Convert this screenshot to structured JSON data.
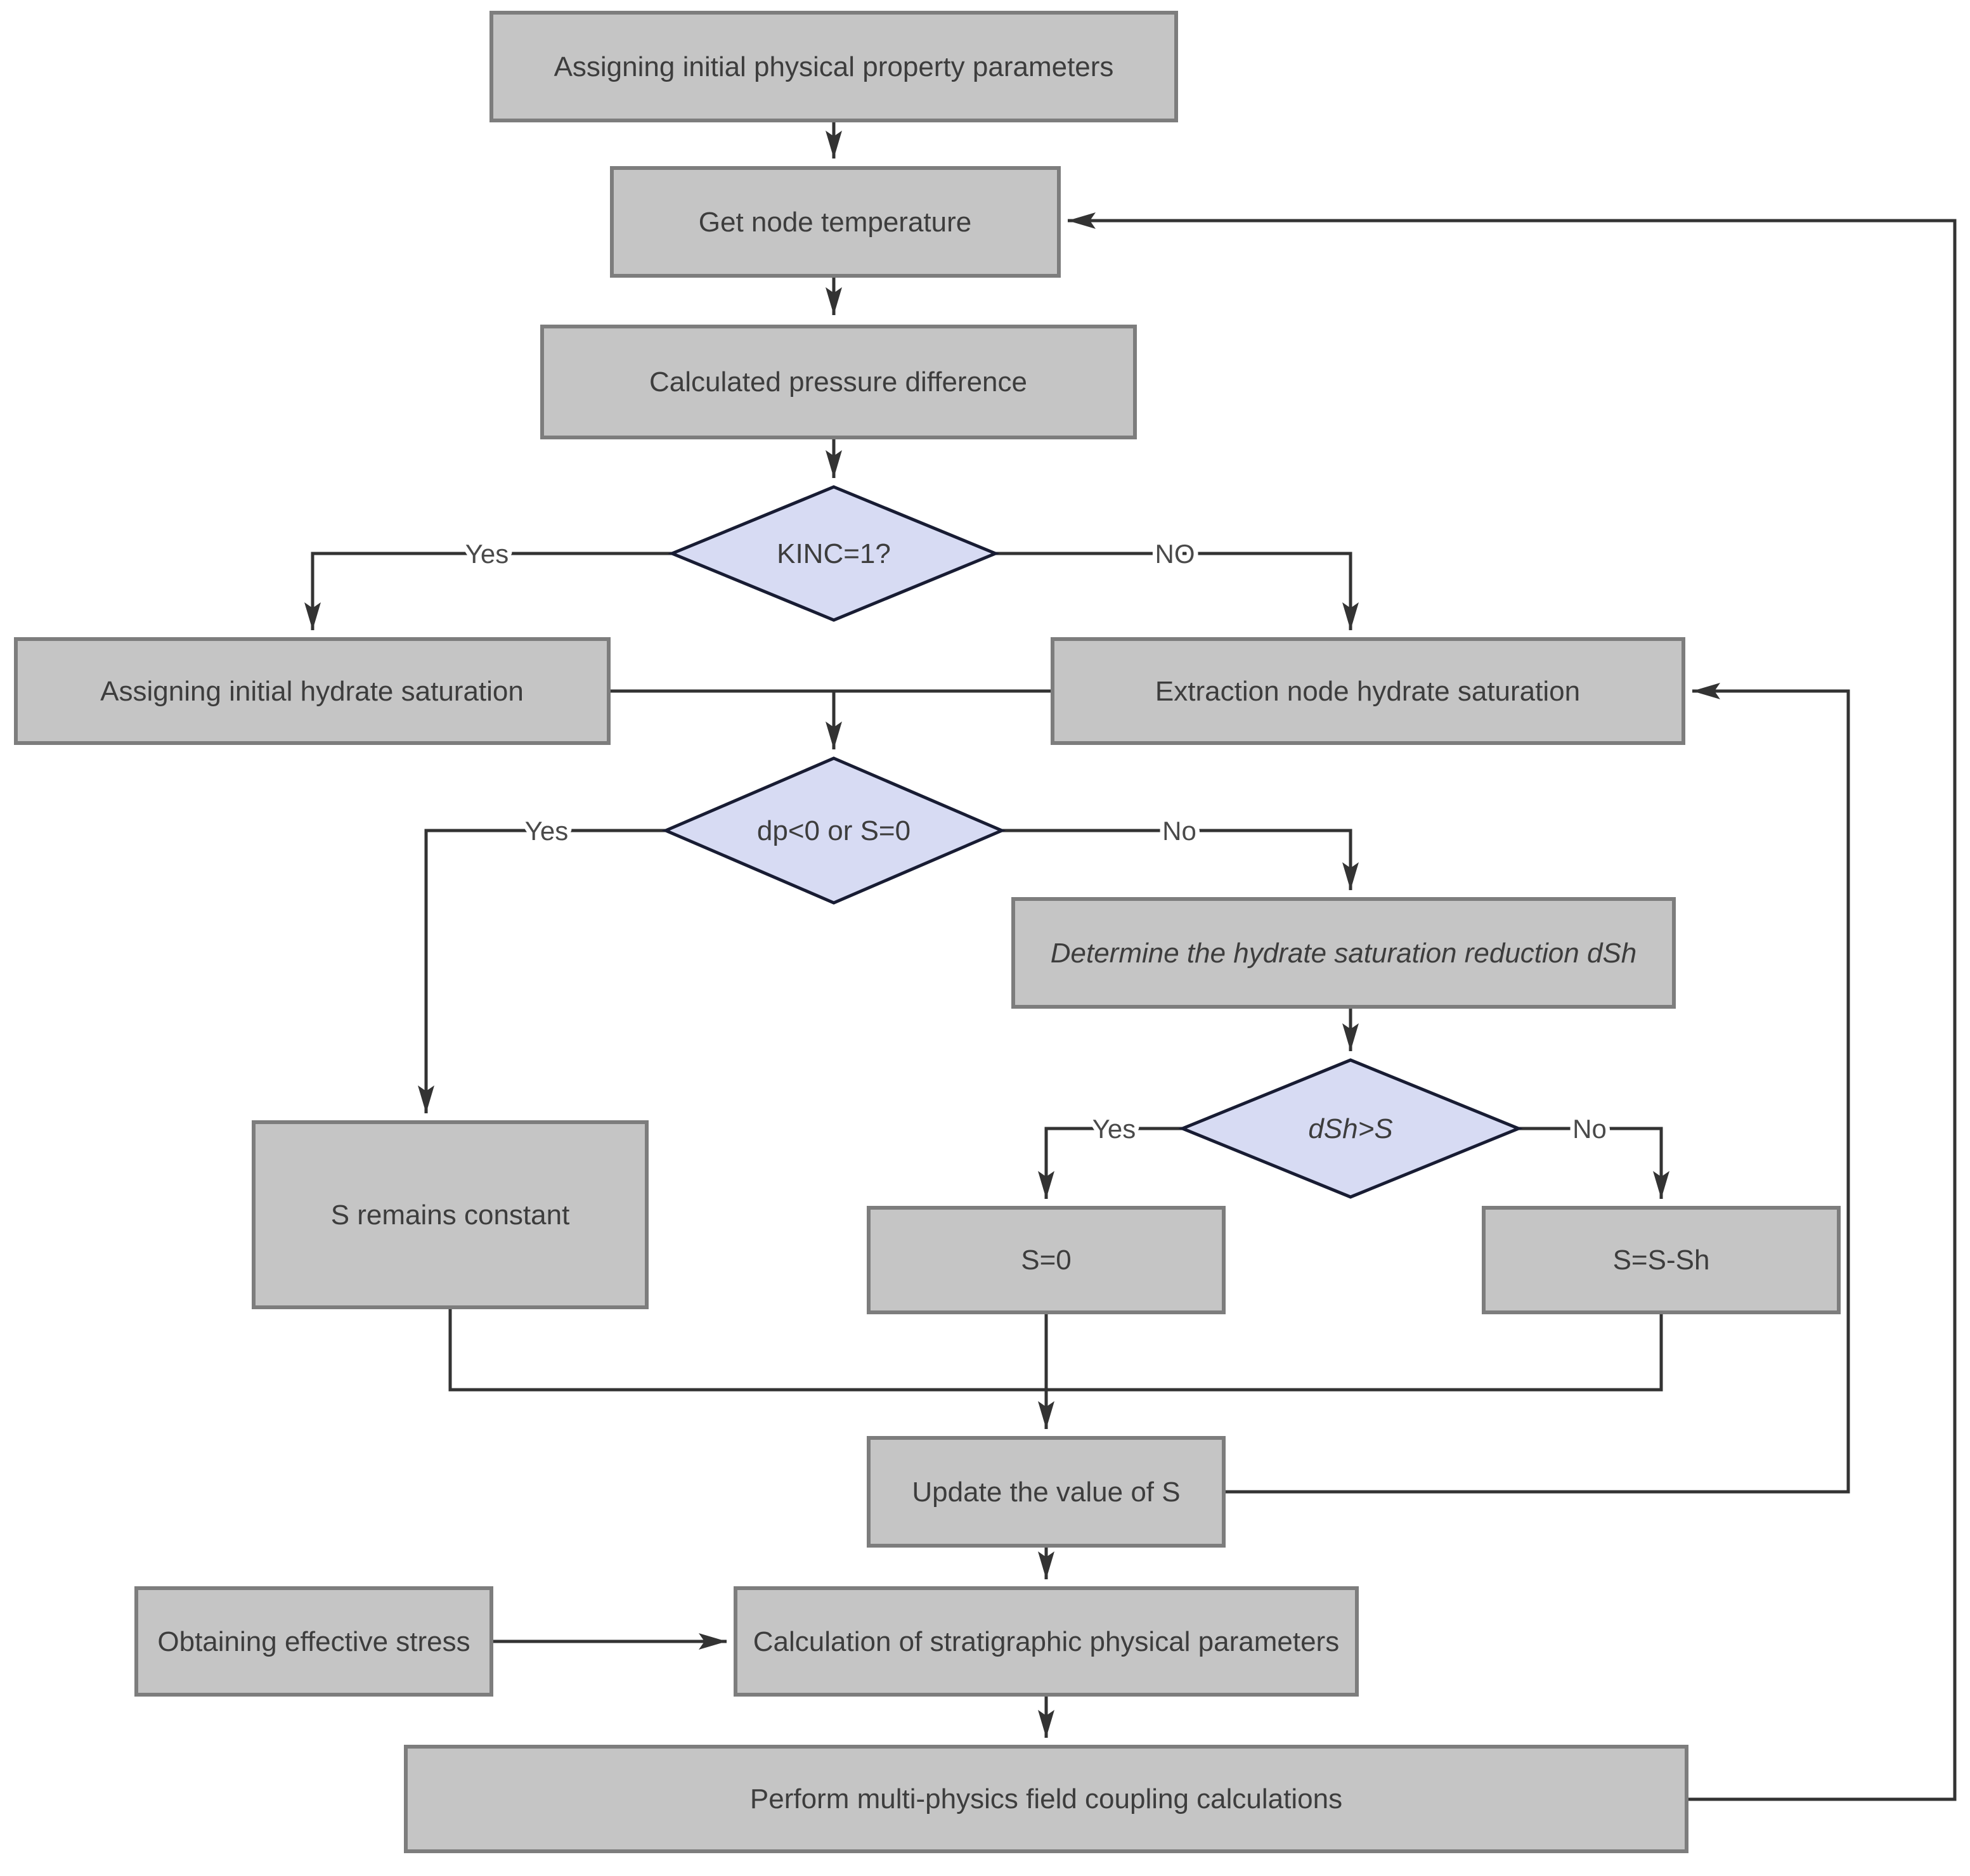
{
  "flowchart": {
    "nodes": {
      "assign_params": {
        "label": "Assigning initial physical property parameters",
        "type": "process"
      },
      "get_node_temp": {
        "label": "Get node temperature",
        "type": "process"
      },
      "calc_pressure_diff": {
        "label": "Calculated pressure difference",
        "type": "process"
      },
      "kinc_decision": {
        "label": "KINC=1?",
        "type": "decision"
      },
      "assign_hydrate_sat": {
        "label": "Assigning initial hydrate saturation",
        "type": "process"
      },
      "extract_hydrate_sat": {
        "label": "Extraction node hydrate saturation",
        "type": "process"
      },
      "dp_decision": {
        "label": "dp<0 or S=0",
        "type": "decision"
      },
      "determine_dsh": {
        "label": "Determine the hydrate saturation reduction dSh",
        "type": "process",
        "style": "italic"
      },
      "dsh_decision": {
        "label": "dSh>S",
        "type": "decision",
        "style": "italic"
      },
      "s_constant": {
        "label": "S remains constant",
        "type": "process"
      },
      "s_zero": {
        "label": "S=0",
        "type": "process"
      },
      "s_minus_sh": {
        "label": "S=S-Sh",
        "type": "process"
      },
      "update_s": {
        "label": "Update the value of S",
        "type": "process"
      },
      "effective_stress": {
        "label": "Obtaining effective stress",
        "type": "process"
      },
      "calc_strat_params": {
        "label": "Calculation of stratigraphic physical parameters",
        "type": "process"
      },
      "multiphysics": {
        "label": "Perform multi-physics field coupling calculations",
        "type": "process"
      }
    },
    "edge_labels": {
      "kinc_yes": "Yes",
      "kinc_no": "NO",
      "dp_yes": "Yes",
      "dp_no": "No",
      "dsh_yes": "Yes",
      "dsh_no": "No"
    },
    "colors": {
      "process_fill": "#c5c5c5",
      "process_border": "#7d7d7d",
      "decision_fill": "#d7dbf3",
      "decision_border": "#181c33",
      "connector": "#333333",
      "text": "#3d3d3d",
      "background": "#ffffff"
    }
  }
}
